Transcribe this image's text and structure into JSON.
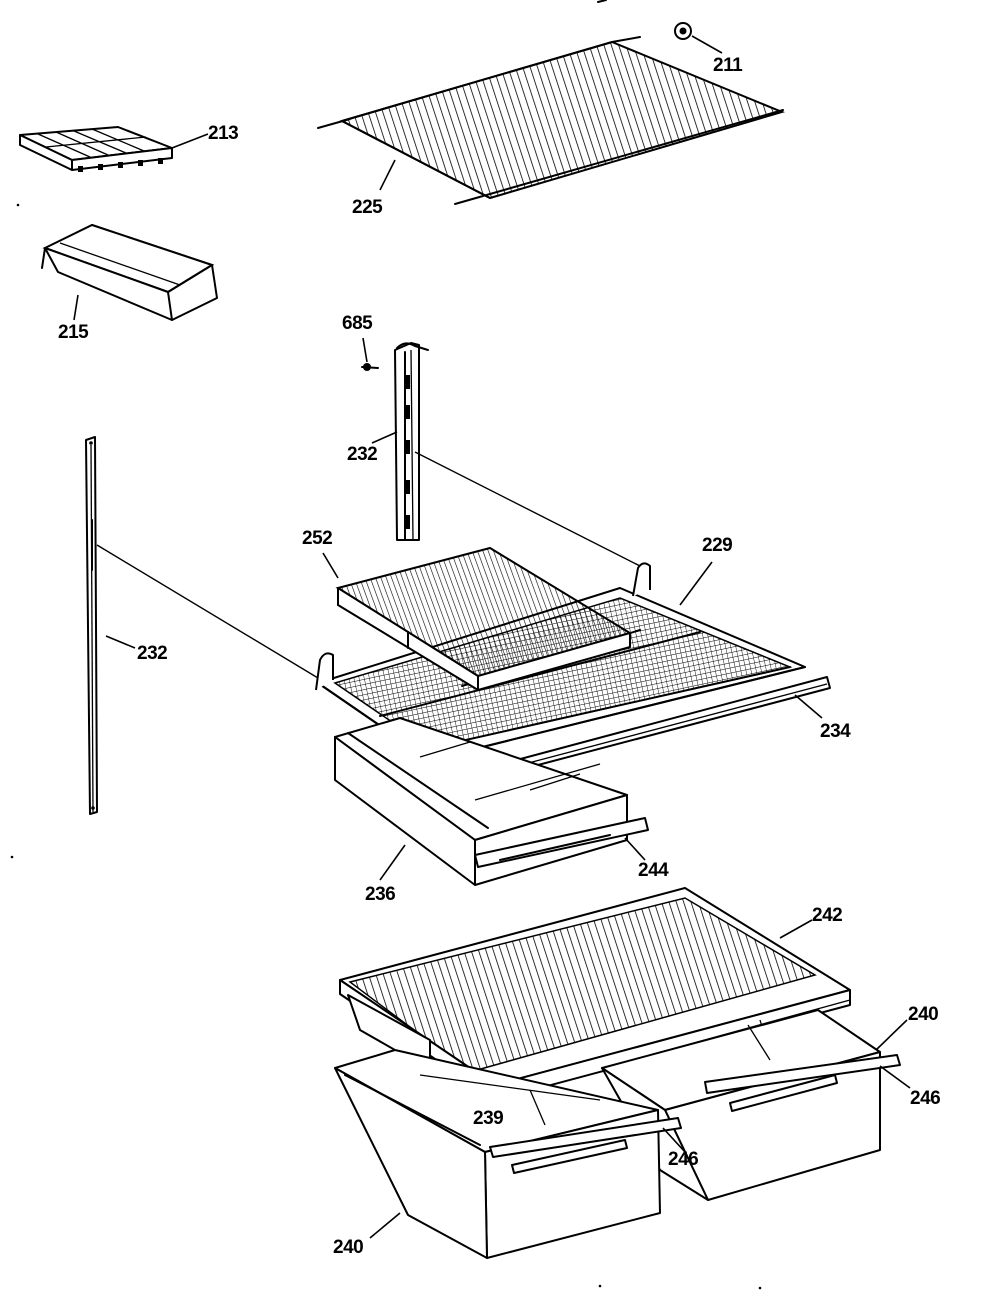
{
  "diagram": {
    "callouts": [
      {
        "id": "211",
        "text": "211"
      },
      {
        "id": "213",
        "text": "213"
      },
      {
        "id": "225",
        "text": "225"
      },
      {
        "id": "215",
        "text": "215"
      },
      {
        "id": "685",
        "text": "685"
      },
      {
        "id": "232a",
        "text": "232"
      },
      {
        "id": "252",
        "text": "252"
      },
      {
        "id": "229",
        "text": "229"
      },
      {
        "id": "232b",
        "text": "232"
      },
      {
        "id": "234",
        "text": "234"
      },
      {
        "id": "244",
        "text": "244"
      },
      {
        "id": "236",
        "text": "236"
      },
      {
        "id": "242",
        "text": "242"
      },
      {
        "id": "240a",
        "text": "240"
      },
      {
        "id": "246a",
        "text": "246"
      },
      {
        "id": "239",
        "text": "239"
      },
      {
        "id": "246b",
        "text": "246"
      },
      {
        "id": "240b",
        "text": "240"
      }
    ]
  }
}
